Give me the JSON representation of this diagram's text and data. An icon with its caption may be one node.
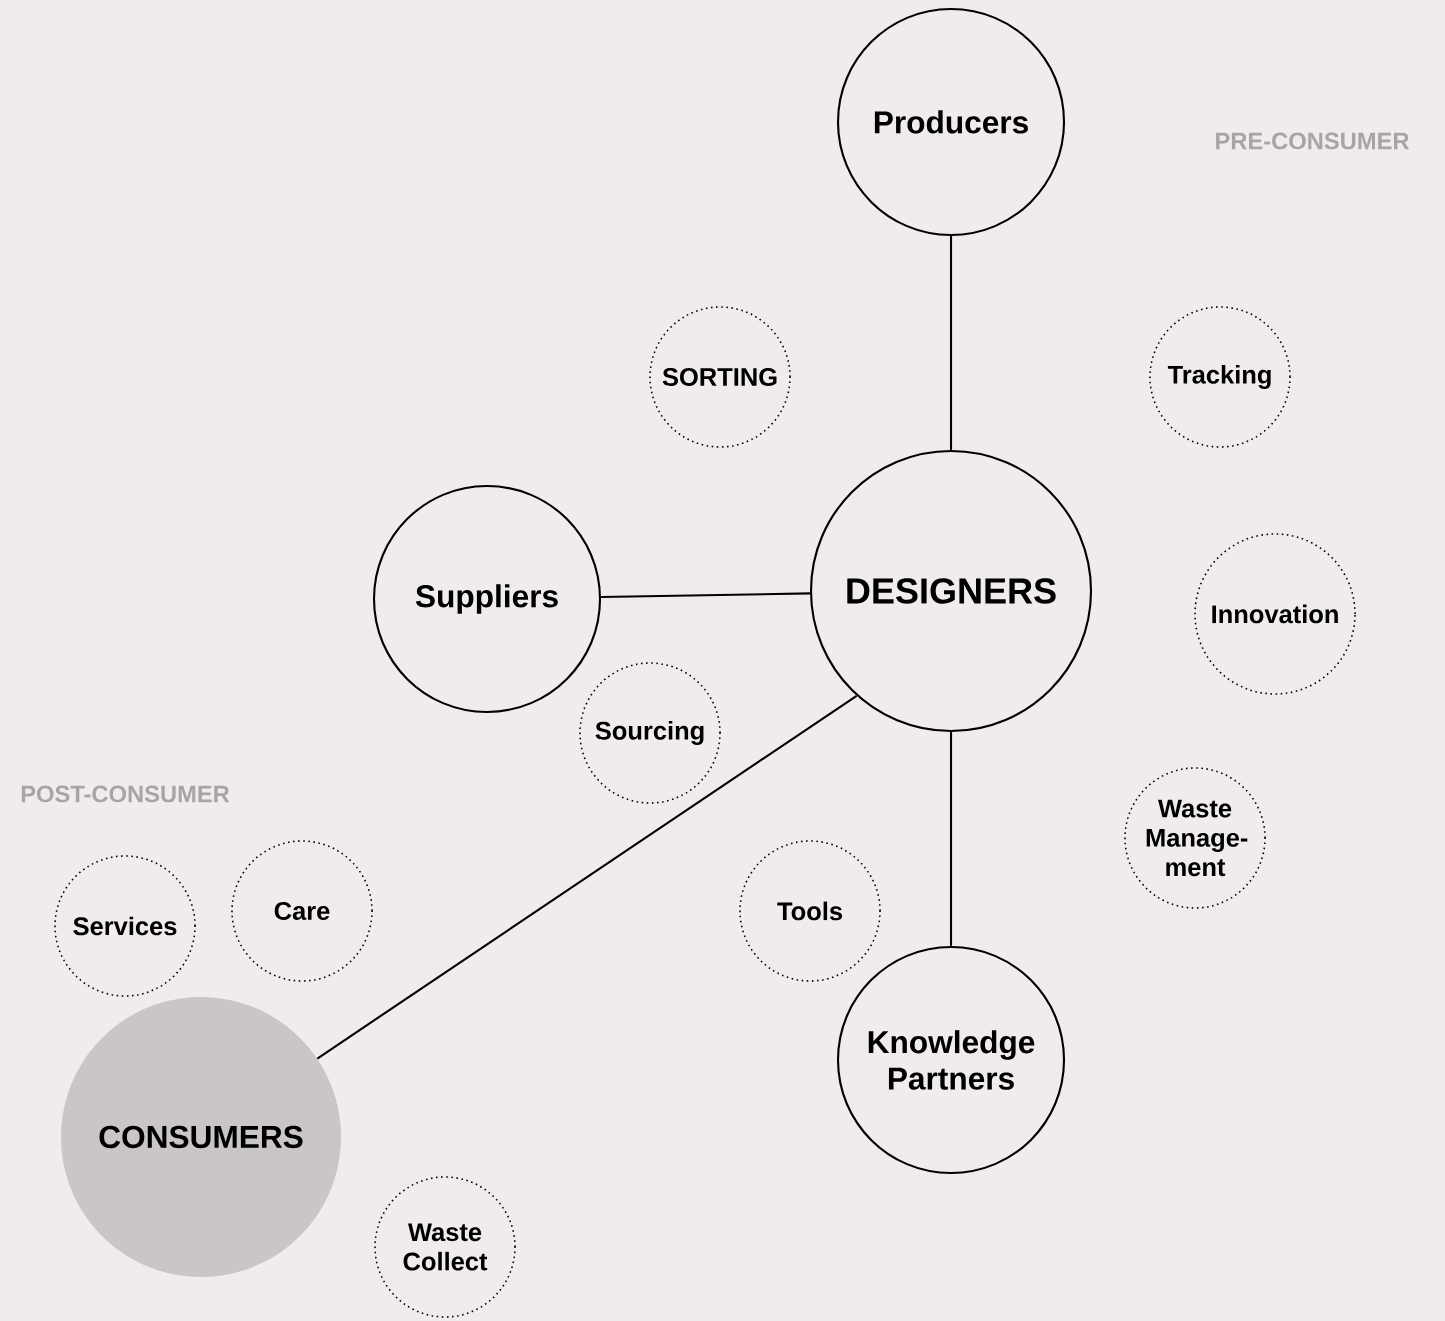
{
  "diagram": {
    "nodes": [
      {
        "text": [
          "Producers"
        ]
      },
      {
        "text": [
          "SORTING"
        ]
      },
      {
        "text": [
          "Tracking"
        ]
      },
      {
        "text": [
          "Suppliers"
        ]
      },
      {
        "text": [
          "DESIGNERS"
        ]
      },
      {
        "text": [
          "Innovation"
        ]
      },
      {
        "text": [
          "Sourcing"
        ]
      },
      {
        "text": [
          "Waste Manage-ment"
        ]
      },
      {
        "text": [
          "Tools"
        ]
      },
      {
        "text": [
          "Services"
        ]
      },
      {
        "text": [
          "Care"
        ]
      },
      {
        "text": [
          "Knowledge Partners"
        ]
      },
      {
        "text": [
          "CONSUMERS"
        ]
      },
      {
        "text": [
          "Waste Collect"
        ]
      }
    ],
    "edges": [
      {
        "from": 0,
        "to": 4,
        "arrow": "none"
      },
      {
        "from": 3,
        "to": 4,
        "arrow": "none"
      },
      {
        "from": 4,
        "to": 11,
        "arrow": "none"
      },
      {
        "from": 4,
        "to": 12,
        "arrow": "none"
      }
    ],
    "labels": [
      "PRE-CONSUMER",
      "POST-CONSUMER"
    ]
  }
}
